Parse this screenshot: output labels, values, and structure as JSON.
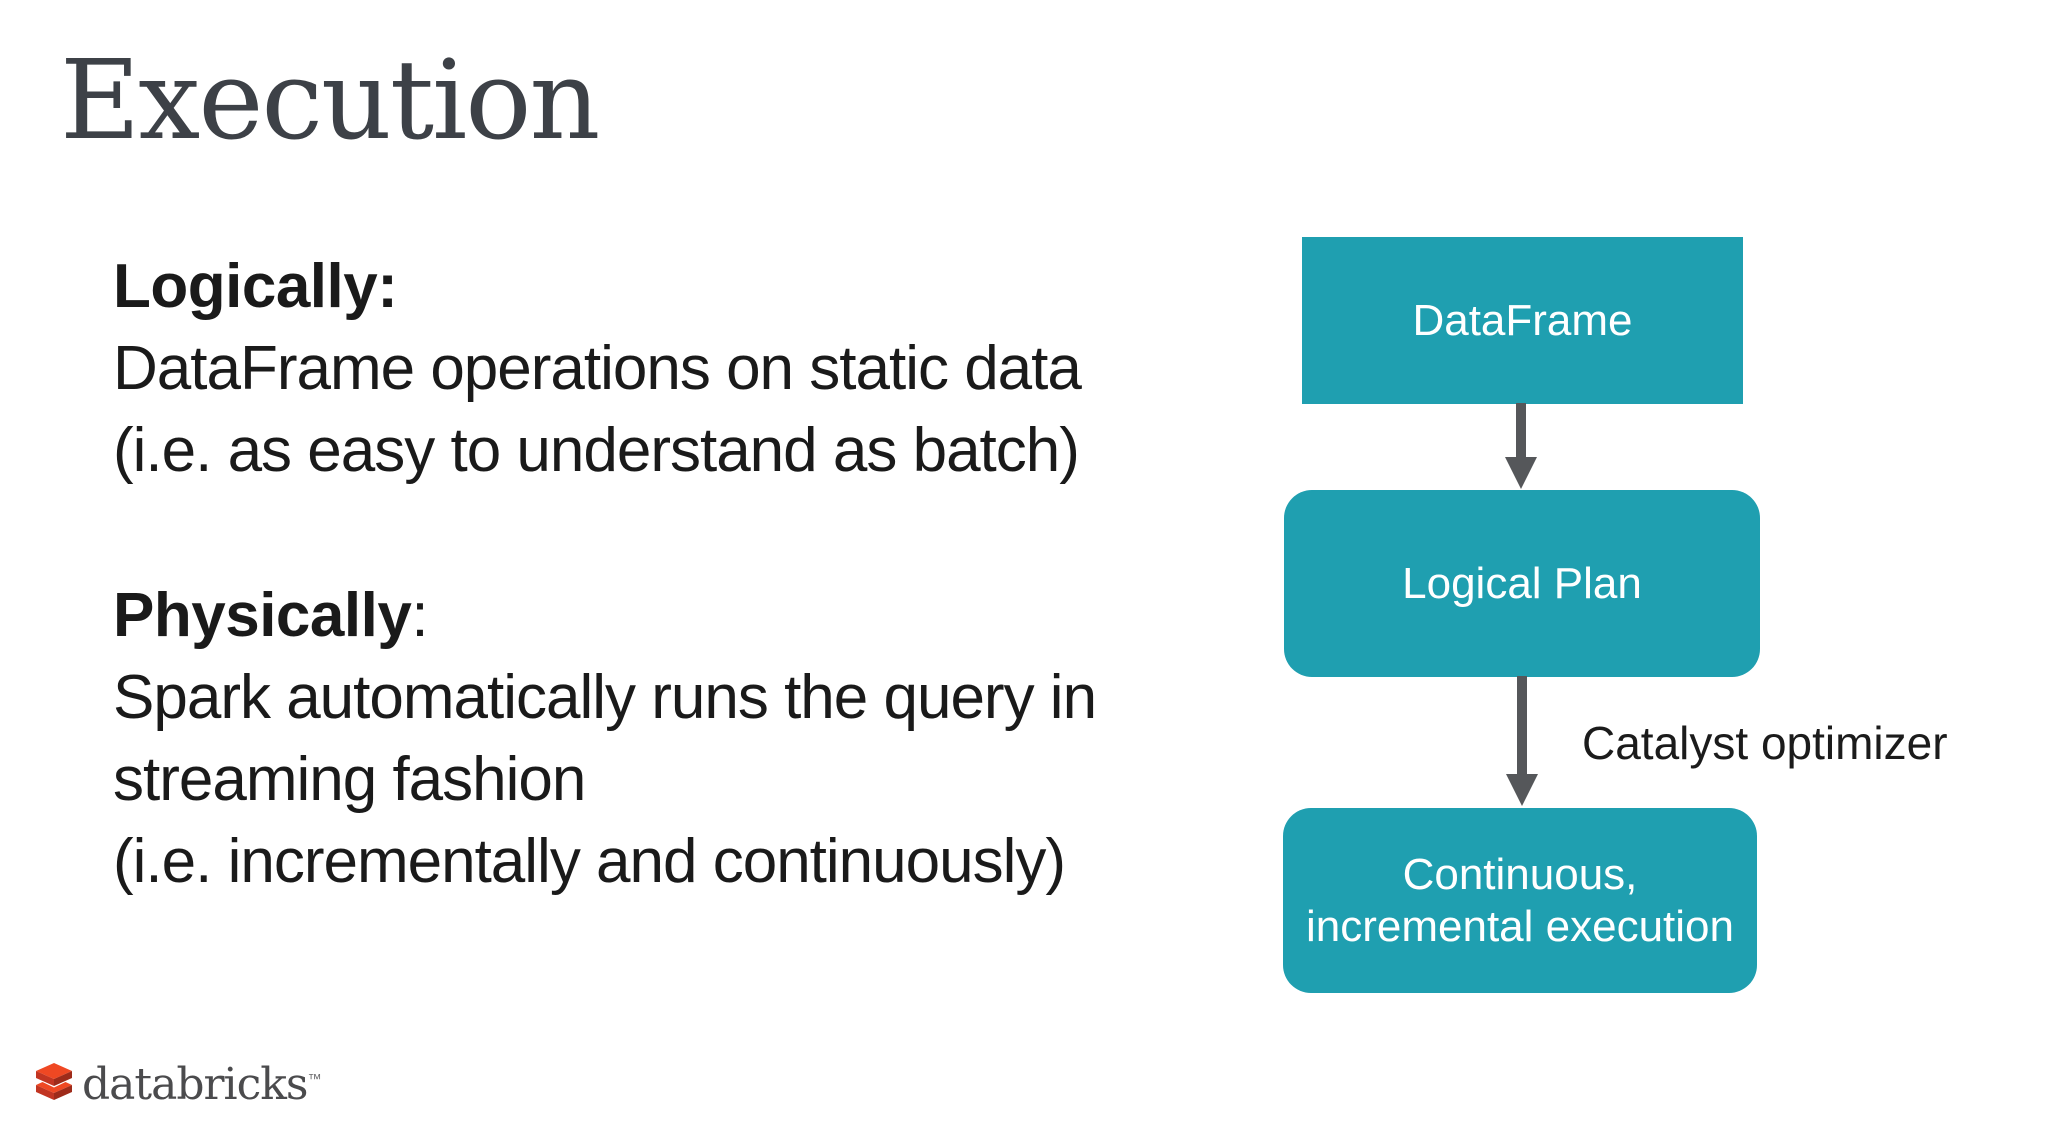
{
  "slide": {
    "title": "Execution",
    "body": {
      "para1": {
        "heading": "Logically:",
        "line1": "DataFrame operations on static data",
        "line2": "(i.e. as easy to understand as batch)"
      },
      "para2": {
        "heading_bold": "Physically",
        "heading_rest": ":",
        "line1": "Spark automatically runs the query in",
        "line2": "streaming fashion",
        "line3": "(i.e. incrementally and continuously)"
      }
    },
    "diagram": {
      "node1": {
        "label": "DataFrame"
      },
      "node2": {
        "label": "Logical Plan"
      },
      "node3": {
        "line1": "Continuous,",
        "line2": "incremental execution"
      },
      "arrow_label": "Catalyst optimizer"
    },
    "footer": {
      "logo_text": "databricks",
      "trademark": "™"
    },
    "colors": {
      "node_fill": "#1f9fb0",
      "node_text": "#ffffff",
      "arrow": "#55575a",
      "title_text": "#3d4147",
      "body_text": "#1a1a1a",
      "logo_text": "#4b4b4d",
      "brick_top": "#ef4823",
      "brick_side": "#c23522",
      "brick_side_dark": "#9e2b1a"
    }
  }
}
